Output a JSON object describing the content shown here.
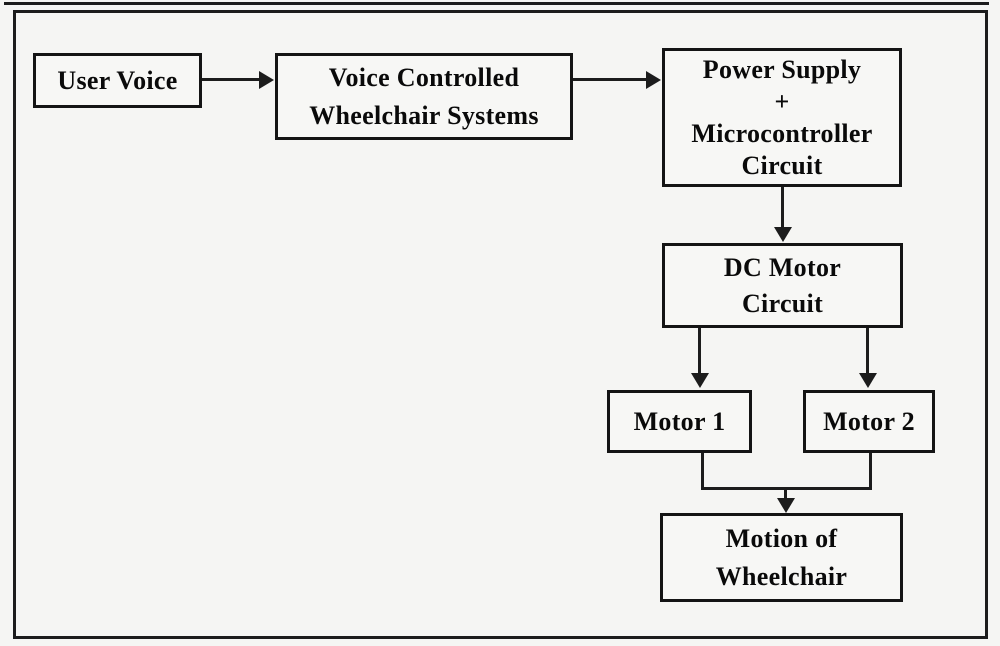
{
  "diagram": {
    "type": "flowchart",
    "description": "Block diagram of a voice controlled wheelchair system",
    "colors": {
      "background": "#f5f5f3",
      "line": "#1c1c1c",
      "text": "#0a0a0a",
      "node_fill": "#f7f7f5"
    },
    "nodes": [
      {
        "id": "user-voice",
        "lines": [
          "User Voice"
        ]
      },
      {
        "id": "voice-controlled-wheelchair-systems",
        "lines": [
          "Voice Controlled",
          "Wheelchair Systems"
        ]
      },
      {
        "id": "power-supply-microcontroller-circuit",
        "lines": [
          "Power Supply",
          "+",
          "Microcontroller",
          "Circuit"
        ]
      },
      {
        "id": "dc-motor-circuit",
        "lines": [
          "DC Motor",
          "Circuit"
        ]
      },
      {
        "id": "motor-1",
        "lines": [
          "Motor 1"
        ]
      },
      {
        "id": "motor-2",
        "lines": [
          "Motor 2"
        ]
      },
      {
        "id": "motion-of-wheelchair",
        "lines": [
          "Motion of",
          "Wheelchair"
        ]
      }
    ],
    "edges": [
      {
        "from": "user-voice",
        "to": "voice-controlled-wheelchair-systems",
        "style": "arrow-right"
      },
      {
        "from": "voice-controlled-wheelchair-systems",
        "to": "power-supply-microcontroller-circuit",
        "style": "arrow-right"
      },
      {
        "from": "power-supply-microcontroller-circuit",
        "to": "dc-motor-circuit",
        "style": "arrow-down"
      },
      {
        "from": "dc-motor-circuit",
        "to": "motor-1",
        "style": "arrow-down"
      },
      {
        "from": "dc-motor-circuit",
        "to": "motor-2",
        "style": "arrow-down"
      },
      {
        "from": "motor-1",
        "to": "motion-of-wheelchair",
        "style": "merged-arrow-down"
      },
      {
        "from": "motor-2",
        "to": "motion-of-wheelchair",
        "style": "merged-arrow-down"
      }
    ]
  }
}
